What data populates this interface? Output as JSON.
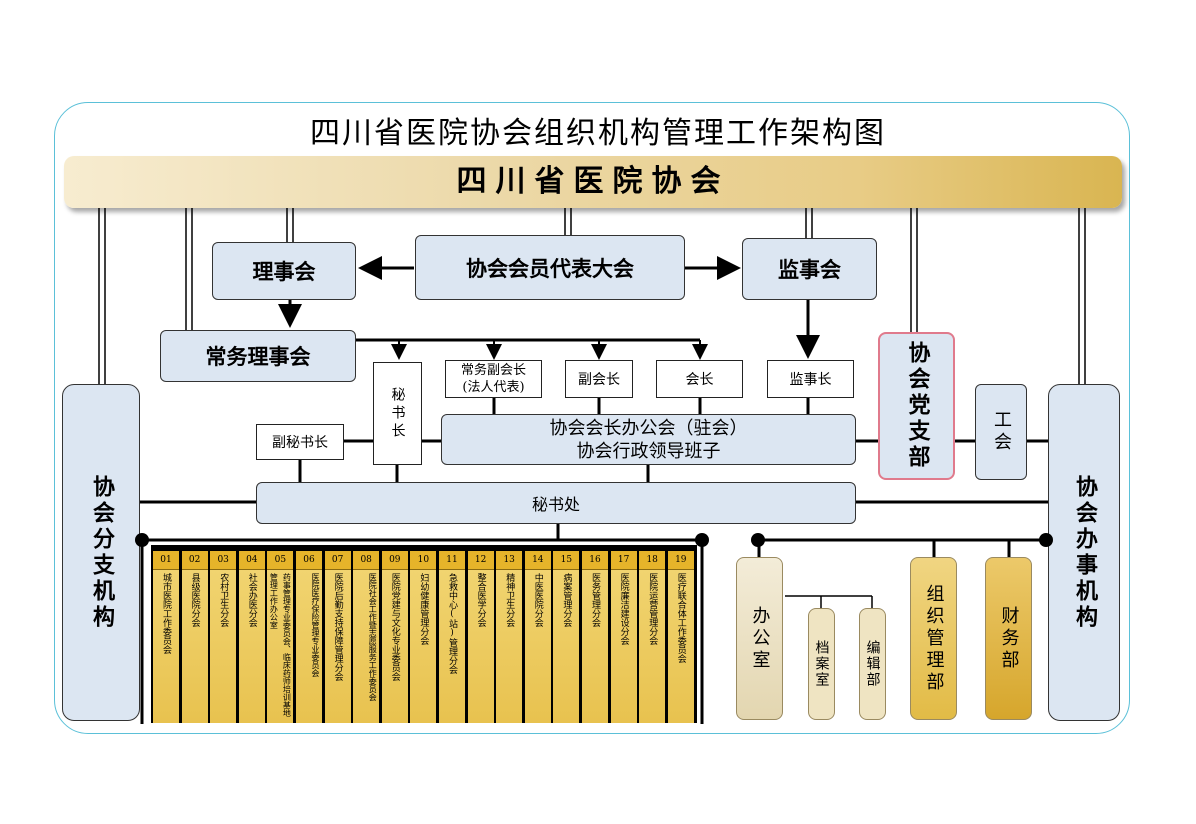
{
  "title": "四川省医院协会组织机构管理工作架构图",
  "banner": "四川省医院协会",
  "nodes": {
    "lishihui": "理事会",
    "daibiao": "协会会员代表大会",
    "jianshihui": "监事会",
    "changwu": "常务理事会",
    "mishuzhang": "秘书长",
    "changwu_fu_line1": "常务副会长",
    "changwu_fu_line2": "(法人代表)",
    "fuhuizhang": "副会长",
    "huizhang": "会长",
    "jianshizhang": "监事长",
    "fumishuzhang": "副秘书长",
    "bangong_line1": "协会会长办公会（驻会）",
    "bangong_line2": "协会行政领导班子",
    "mishuchu": "秘书处",
    "dangzhibu": "协会党支部",
    "gonghui": "工会",
    "fenzhi": "协会分支机构",
    "banshi": "协会办事机构"
  },
  "committees": [
    {
      "num": "01",
      "name": "城市医院工作委员会"
    },
    {
      "num": "02",
      "name": "县级医院分会"
    },
    {
      "num": "03",
      "name": "农村卫生分会"
    },
    {
      "num": "04",
      "name": "社会办医分会"
    },
    {
      "num": "05",
      "name": "药事管理专业委员会、临床药师培训基地管理工作办公室"
    },
    {
      "num": "06",
      "name": "医院医疗保险管理专业委员会"
    },
    {
      "num": "07",
      "name": "医院后勤支持保障管理分会"
    },
    {
      "num": "08",
      "name": "医院社会工作暨志愿服务工作委员会"
    },
    {
      "num": "09",
      "name": "医院党建与文化专业委员会"
    },
    {
      "num": "10",
      "name": "妇幼健康管理分会"
    },
    {
      "num": "11",
      "name": "急救中心(站)管理分会"
    },
    {
      "num": "12",
      "name": "整合医学分会"
    },
    {
      "num": "13",
      "name": "精神卫生分会"
    },
    {
      "num": "14",
      "name": "中医医院分会"
    },
    {
      "num": "15",
      "name": "病案管理分会"
    },
    {
      "num": "16",
      "name": "医务管理分会"
    },
    {
      "num": "17",
      "name": "医院廉洁建设分会"
    },
    {
      "num": "18",
      "name": "医院运营管理分会"
    },
    {
      "num": "19",
      "name": "医疗联合体工作委员会"
    }
  ],
  "departments": {
    "bangongshi": "办公室",
    "danganshi": "档案室",
    "bianjibu": "编辑部",
    "zuzhi": "组织管理部",
    "caiwu": "财务部"
  }
}
